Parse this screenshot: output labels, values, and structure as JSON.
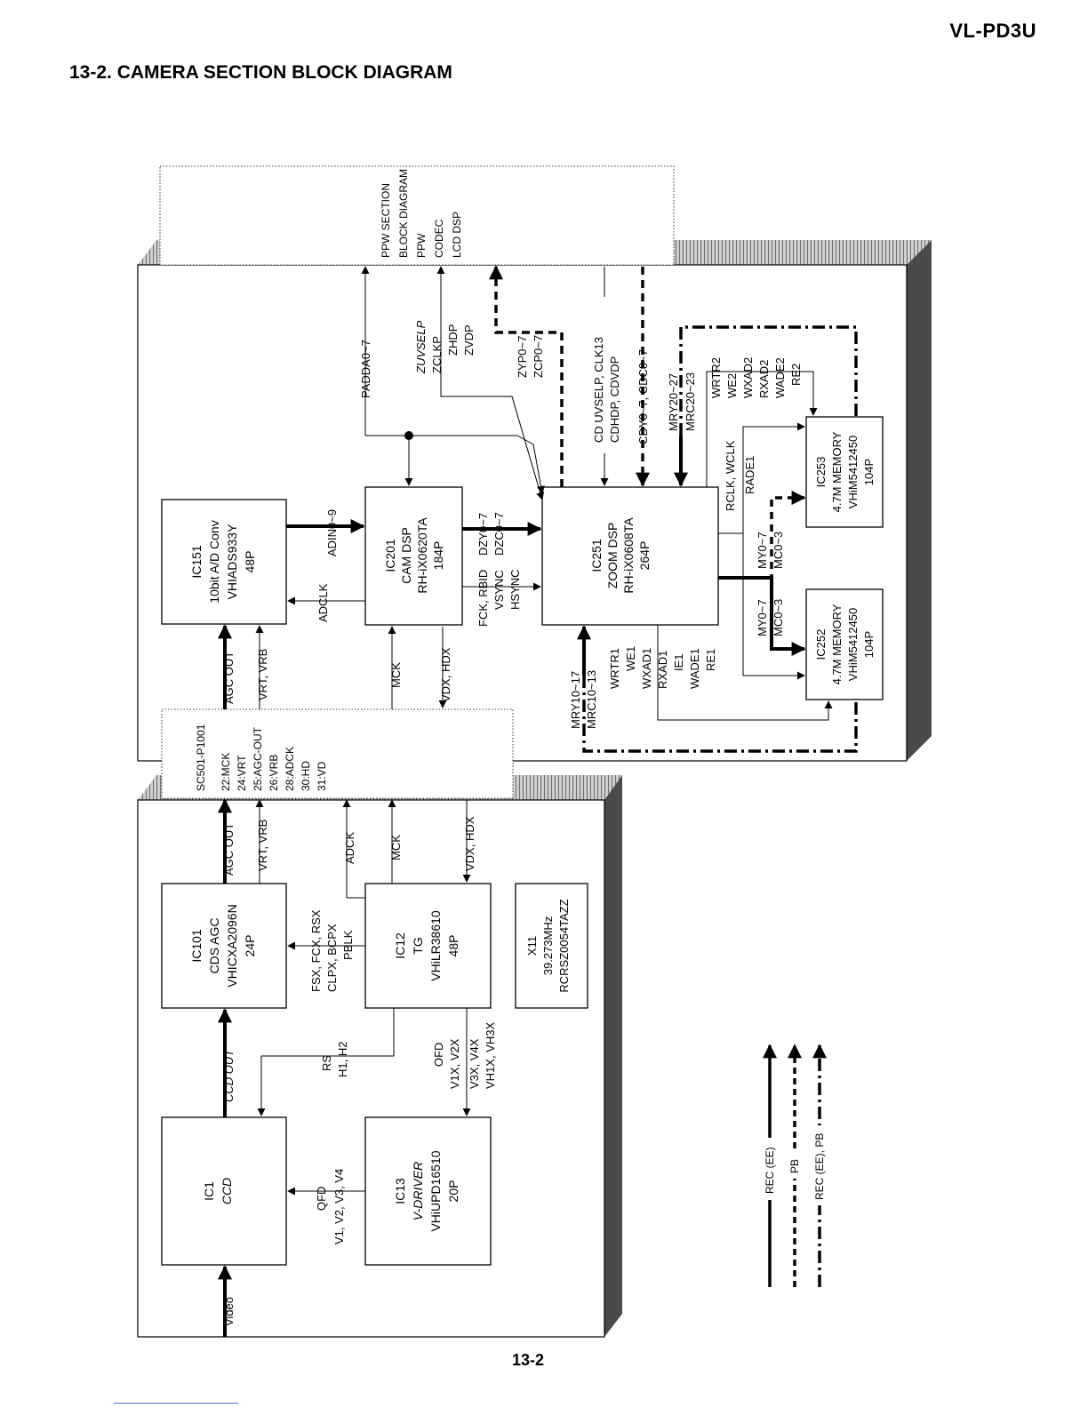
{
  "header": {
    "model": "VL-PD3U",
    "title": "13-2. CAMERA SECTION BLOCK DIAGRAM"
  },
  "footer": {
    "page": "13-2"
  },
  "ppw_box": {
    "lines": [
      "PPW SECTION",
      "BLOCK DIAGRAM",
      "PPW",
      "CODEC",
      "LCD DSP"
    ]
  },
  "connector": {
    "lines": [
      "SC501-P1001",
      "22:MCK",
      "24:VRT",
      "25:AGC-OUT",
      "26:VRB",
      "28:ADCK",
      "30:HD",
      "31:VD"
    ]
  },
  "blocks": {
    "ic151": [
      "IC151",
      "10bit A/D Conv",
      "VHIADS933Y",
      "48P"
    ],
    "ic201": [
      "IC201",
      "CAM DSP",
      "RH-iX0620TA",
      "184P"
    ],
    "ic251": [
      "IC251",
      "ZOOM DSP",
      "RH-iX0608TA",
      "264P"
    ],
    "ic253": [
      "IC253",
      "4.7M MEMORY",
      "VHiM5412450",
      "104P"
    ],
    "ic252": [
      "IC252",
      "4.7M MEMORY",
      "VHiM5412450",
      "104P"
    ],
    "ic101": [
      "IC101",
      "CDS AGC",
      "VHICXA2096N",
      "24P"
    ],
    "ic12": [
      "IC12",
      "TG",
      "VHiLR38610",
      "48P"
    ],
    "x11": [
      "X11",
      "39.273MHz",
      "RCRSZ0054TAZZ"
    ],
    "ic1": [
      "IC1",
      "CCD"
    ],
    "ic13": [
      "IC13",
      "V-DRIVER",
      "VHiUPD16510",
      "20P"
    ]
  },
  "signals": {
    "padda": "PADDA0~7",
    "zuvselp": [
      "ZUVSELP",
      "ZCLKP",
      "ZHDP",
      "ZVDP"
    ],
    "zyp": [
      "ZYP0~7",
      "ZCP0~7"
    ],
    "cduvselp": [
      "CD UVSELP, CLK13",
      "CDHDP, CDVDP"
    ],
    "cdy": "CDY0~7, CDC0~7",
    "mry20": [
      "MRY20~27",
      "MRC20~23"
    ],
    "wrtr2": [
      "WRTR2",
      "WE2",
      "WXAD2",
      "RXAD2",
      "WADE2",
      "RE2"
    ],
    "rclk": [
      "RCLK, WCLK",
      "RADE1"
    ],
    "my_upper": [
      "MY0~7",
      "MC0~3"
    ],
    "my_lower": [
      "MY0~7",
      "MC0~3"
    ],
    "adin": "ADIN0~9",
    "adclk": "ADCLK",
    "dzy": [
      "DZY0~7",
      "DZC0~7"
    ],
    "fck": [
      "FCK, RBID",
      "VSYNC",
      "HSYNC"
    ],
    "agc_out": "AGC OUT",
    "vrt_vrb": "VRT, VRB",
    "mck": "MCK",
    "vdx_hdx": "VDX, HDX",
    "mry10": [
      "MRY10~17",
      "MRC10~13"
    ],
    "wrtr1": [
      "WRTR1",
      "WE1",
      "WXAD1",
      "RXAD1",
      "IE1",
      "WADE1",
      "RE1"
    ],
    "agc_out2": "AGC OUT",
    "vrt_vrb2": "VRT, VRB",
    "adck": "ADCK",
    "mck2": "MCK",
    "vdx_hdx2": "VDX, HDX",
    "fsx": [
      "FSX, FCX, RSX",
      "CLPX, BCPX",
      "PBLK"
    ],
    "ccd_out": "CCD OUT",
    "rs": [
      "RS",
      "H1, H2"
    ],
    "ofd": [
      "OFD",
      "V1X, V2X",
      "V3X, V4X",
      "VH1X, VH3X"
    ],
    "qfd": [
      "QFD",
      "V1, V2, V3, V4"
    ],
    "video": "Video"
  },
  "legend": {
    "rec": "REC (EE)",
    "pb": "PB",
    "recpb": "REC (EE), PB"
  }
}
